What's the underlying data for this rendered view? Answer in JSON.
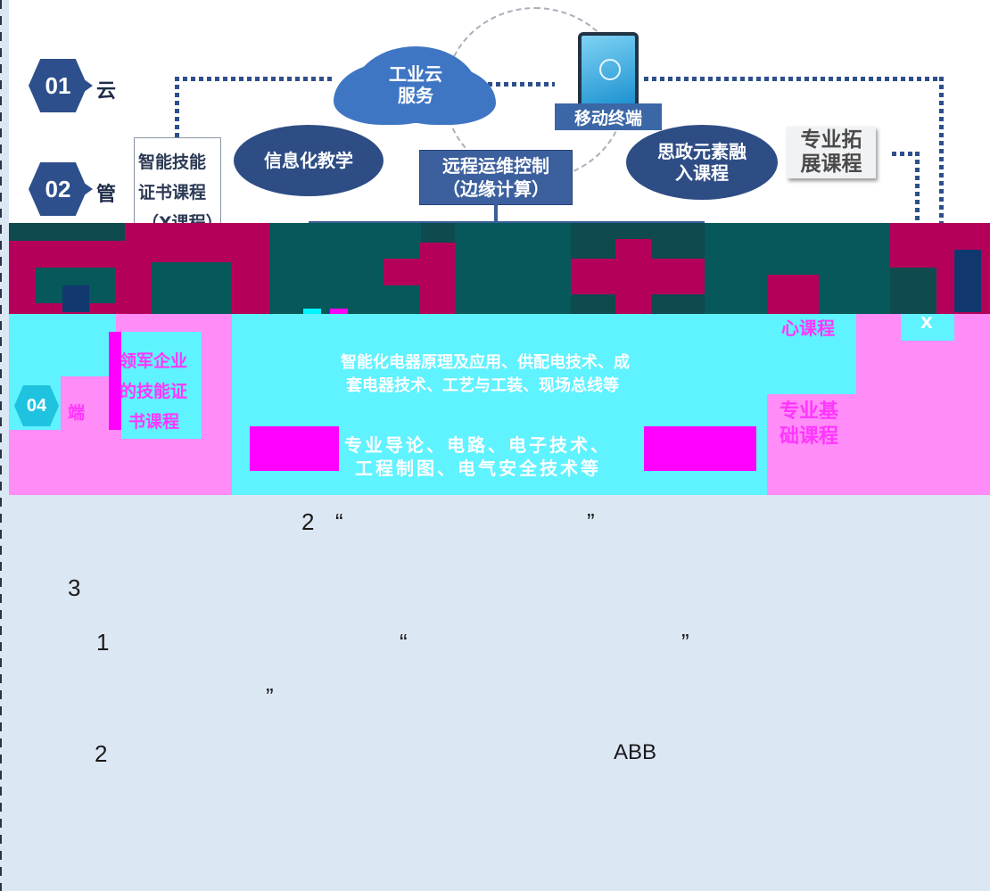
{
  "figure": {
    "layers": [
      {
        "num": "01",
        "label": "云"
      },
      {
        "num": "02",
        "label": "管"
      },
      {
        "num": "04",
        "label": "端"
      }
    ],
    "cloud_label_line1": "工业云",
    "cloud_label_line2": "服务",
    "mobile_label": "移动终端",
    "info_teaching": "信息化教学",
    "ideology_line1": "思政元素融",
    "ideology_line2": "入课程",
    "remote_line1": "远程运维控制",
    "remote_line2": "（边缘计算）",
    "cert_lines": [
      "智能技能",
      "证书课程",
      "（X课程）"
    ],
    "ext_lines": [
      "专业拓",
      "展课程"
    ],
    "core_fragment": "心课程",
    "x_fragment": "X",
    "left_cert_lines": [
      "领军企业",
      "的技能证",
      "书课程"
    ],
    "middle_course_line1": "智能化电器原理及应用、供配电技术、成",
    "middle_course_line2": "套电器技术、工艺与工装、现场总线等",
    "basic_line1": "专业导论、电路、电子技术、",
    "basic_line2": "工程制图、电气安全技术等",
    "foundation_lines": [
      "专业基",
      "础课程"
    ]
  },
  "doc": {
    "caption_num": "2",
    "caption_open_quote": "“",
    "caption_close_quote": "”",
    "section_num": "3",
    "item1_num": "1",
    "item1_quote_open": "“",
    "item1_quote_close": "”",
    "item1_line2_quote": "”",
    "item2_num": "2",
    "item2_abb": "ABB"
  }
}
